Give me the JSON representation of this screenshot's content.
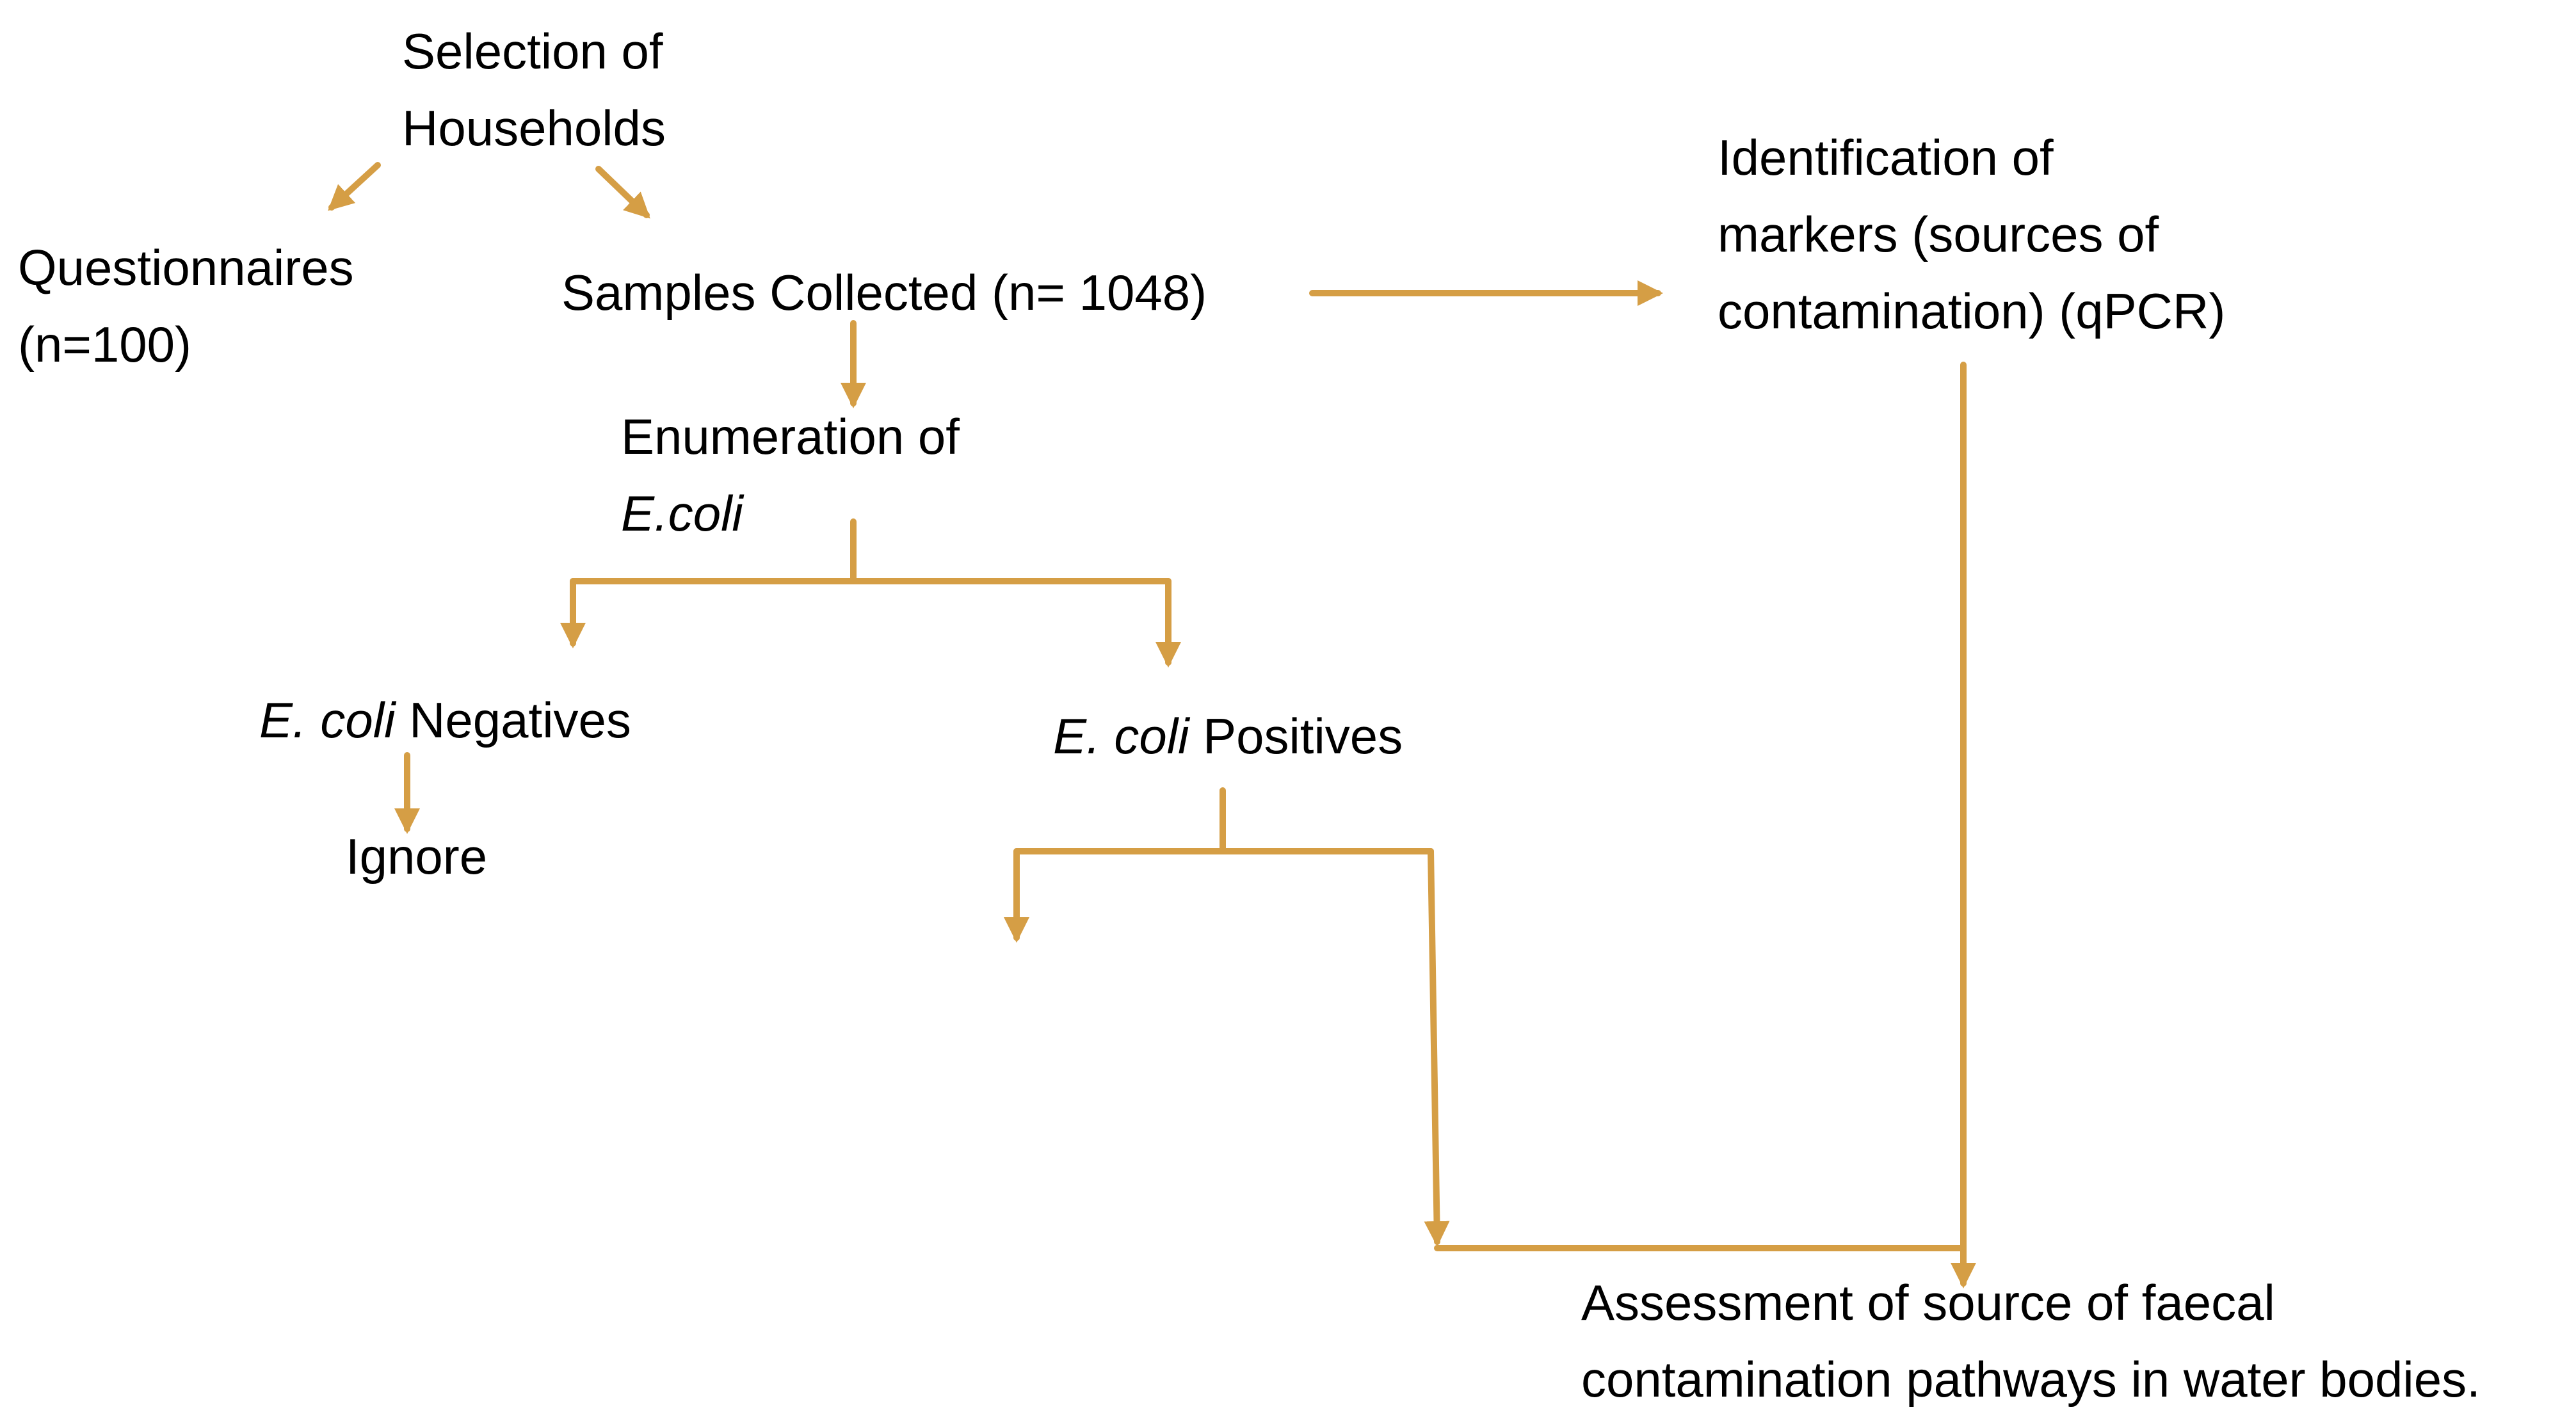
{
  "arrow_color": "#D59E45",
  "nodes": {
    "households": {
      "line1": "Selection of",
      "line2": "Households"
    },
    "questionnaires": {
      "line1": "Questionnaires",
      "line2": "(n=100)"
    },
    "samples": {
      "text": "Samples Collected (n= 1048)"
    },
    "identification": {
      "line1": "Identification of",
      "line2": "markers (sources of",
      "line3": "contamination) (qPCR)"
    },
    "enumeration": {
      "line1": "Enumeration of",
      "line2": "E.coli"
    },
    "negatives": {
      "italic": "E. coli",
      "rest": " Negatives"
    },
    "ignore": {
      "text": "Ignore"
    },
    "positives": {
      "italic": "E. coli",
      "rest": " Positives"
    },
    "assessment": {
      "line1": "Assessment of source of faecal",
      "line2": "contamination pathways in water bodies."
    }
  }
}
